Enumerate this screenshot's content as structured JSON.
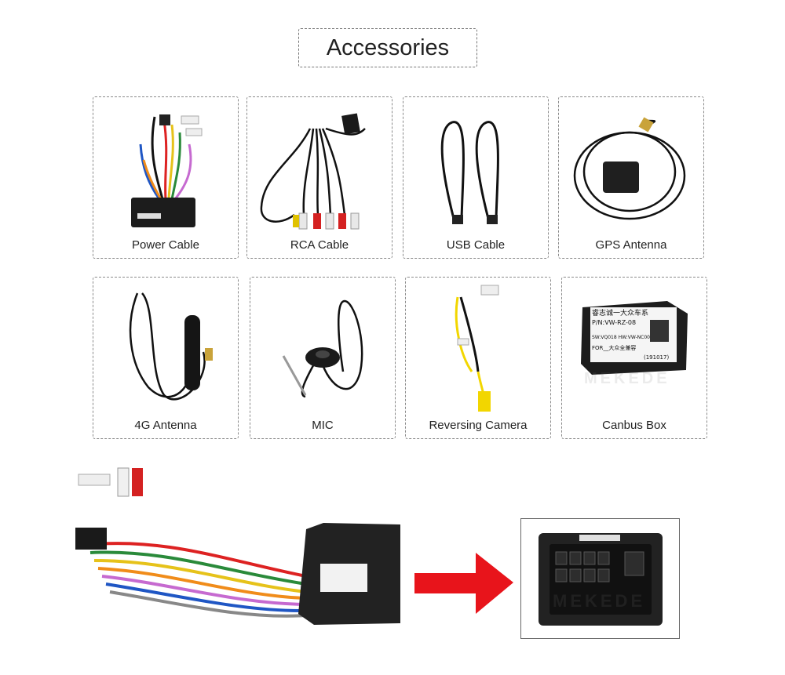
{
  "header": {
    "title": "Accessories"
  },
  "accessories": [
    {
      "label": "Power Cable"
    },
    {
      "label": "RCA Cable"
    },
    {
      "label": "USB Cable"
    },
    {
      "label": "GPS Antenna"
    },
    {
      "label": "4G Antenna"
    },
    {
      "label": "MIC"
    },
    {
      "label": "Reversing Camera"
    },
    {
      "label": "Canbus Box"
    }
  ],
  "canbus_box_text": {
    "line1": "睿志诚一大众车系",
    "line2": "P/N:VW-RZ-08",
    "line3": "SW:VQ018 HW:VW-NC00",
    "line4": "FOR__大众全兼容",
    "line5": "(191017)"
  },
  "watermark": "MEKEDE",
  "colors": {
    "arrow": "#e8141b",
    "border": "#8a8a8a"
  }
}
